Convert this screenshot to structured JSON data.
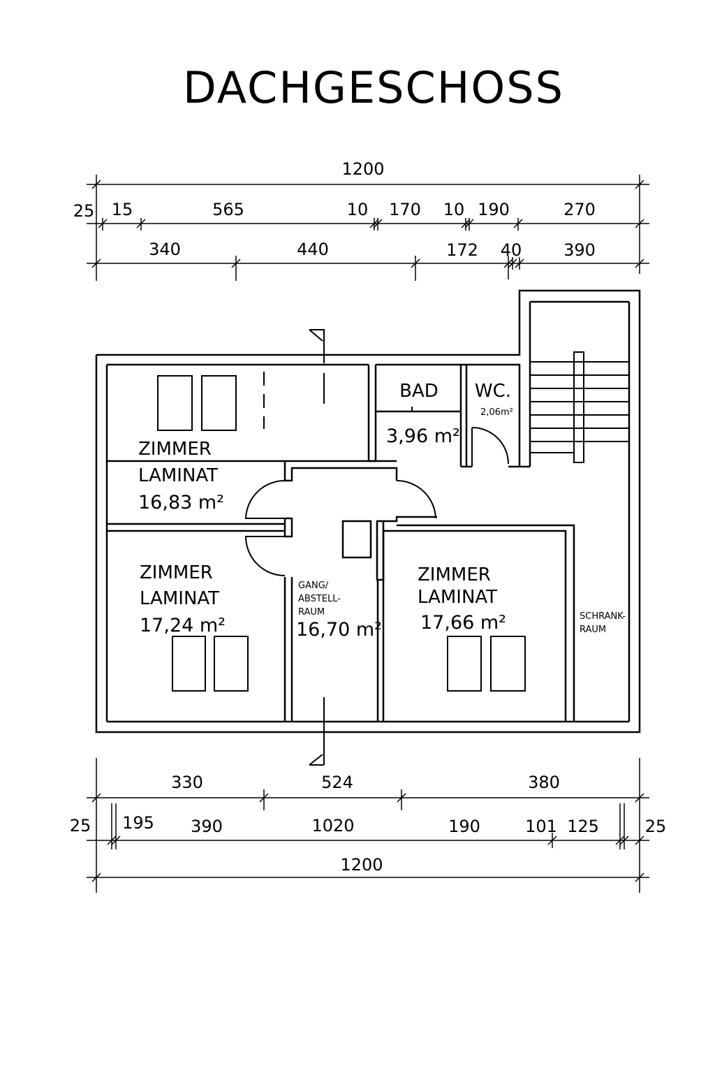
{
  "title": "DACHGESCHOSS",
  "rooms": {
    "zimmer1": {
      "name": "ZIMMER",
      "floor": "LAMINAT",
      "area": "16,83 m²"
    },
    "zimmer2": {
      "name": "ZIMMER",
      "floor": "LAMINAT",
      "area": "17,24 m²"
    },
    "zimmer3": {
      "name": "ZIMMER",
      "floor": "LAMINAT",
      "area": "17,66 m²"
    },
    "bad": {
      "name": "BAD",
      "area": "3,96 m²"
    },
    "wc": {
      "name": "WC.",
      "area": "2,06m²"
    },
    "gang": {
      "line1": "GANG/",
      "line2": "ABSTELL-",
      "line3": "RAUM",
      "area": "16,70 m²"
    },
    "schrank": {
      "line1": "SCHRANK-",
      "line2": "RAUM"
    }
  },
  "dimensions_top": {
    "overall": "1200",
    "row2": [
      "25",
      "15",
      "565",
      "10",
      "170",
      "10",
      "190",
      "270"
    ],
    "row3": [
      "340",
      "440",
      "172",
      "40",
      "390"
    ]
  },
  "dimensions_bottom": {
    "row1": [
      "330",
      "524",
      "380"
    ],
    "row2": [
      "25",
      "195",
      "390",
      "1020",
      "190",
      "101",
      "125",
      "25"
    ],
    "overall": "1200"
  }
}
